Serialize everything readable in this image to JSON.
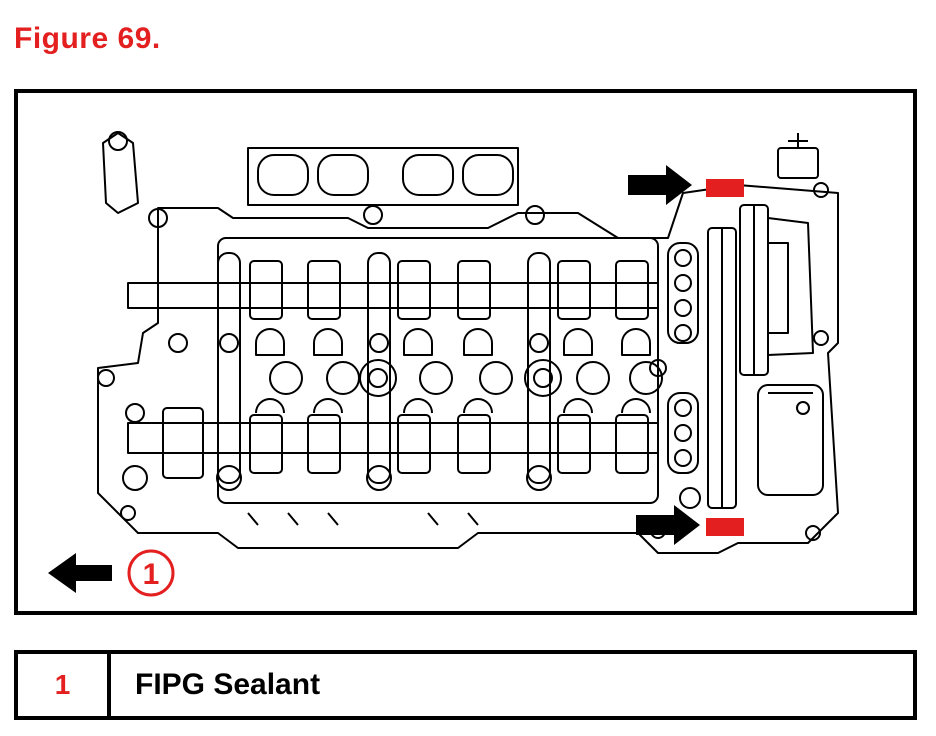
{
  "figure": {
    "title": "Figure 69."
  },
  "callout": {
    "number": "1"
  },
  "legend": {
    "rows": [
      {
        "number": "1",
        "description": "FIPG Sealant"
      }
    ]
  },
  "colors": {
    "accent_red": "#e41f1f",
    "line": "#000000",
    "background": "#ffffff"
  },
  "icons": {
    "pointer": "arrow-icon",
    "sealant_mark": "sealant-marker"
  }
}
